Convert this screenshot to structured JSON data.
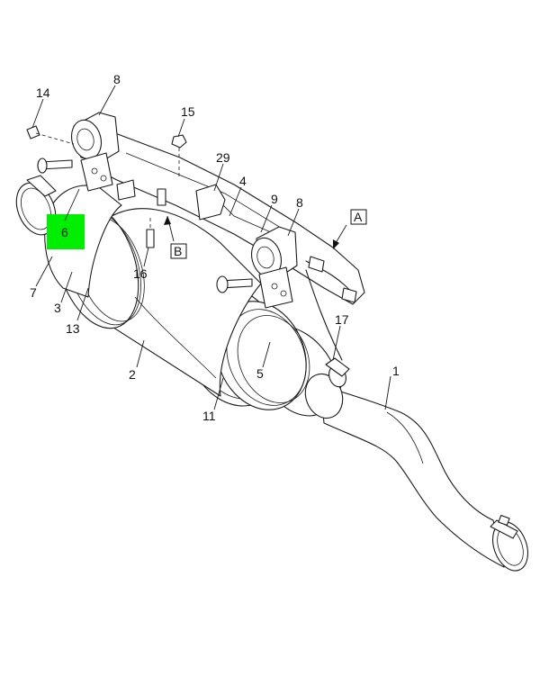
{
  "callouts": {
    "c1": "1",
    "c2": "2",
    "c3": "3",
    "c4": "4",
    "c5": "5",
    "c6": "6",
    "c7": "7",
    "c8a": "8",
    "c8b": "8",
    "c9": "9",
    "c11": "11",
    "c13": "13",
    "c14": "14",
    "c15": "15",
    "c16": "16",
    "c17": "17",
    "c29": "29"
  },
  "view_labels": {
    "a": "A",
    "b": "B"
  },
  "colors": {
    "highlight": "#00ee00",
    "line": "#1a1a1a"
  }
}
